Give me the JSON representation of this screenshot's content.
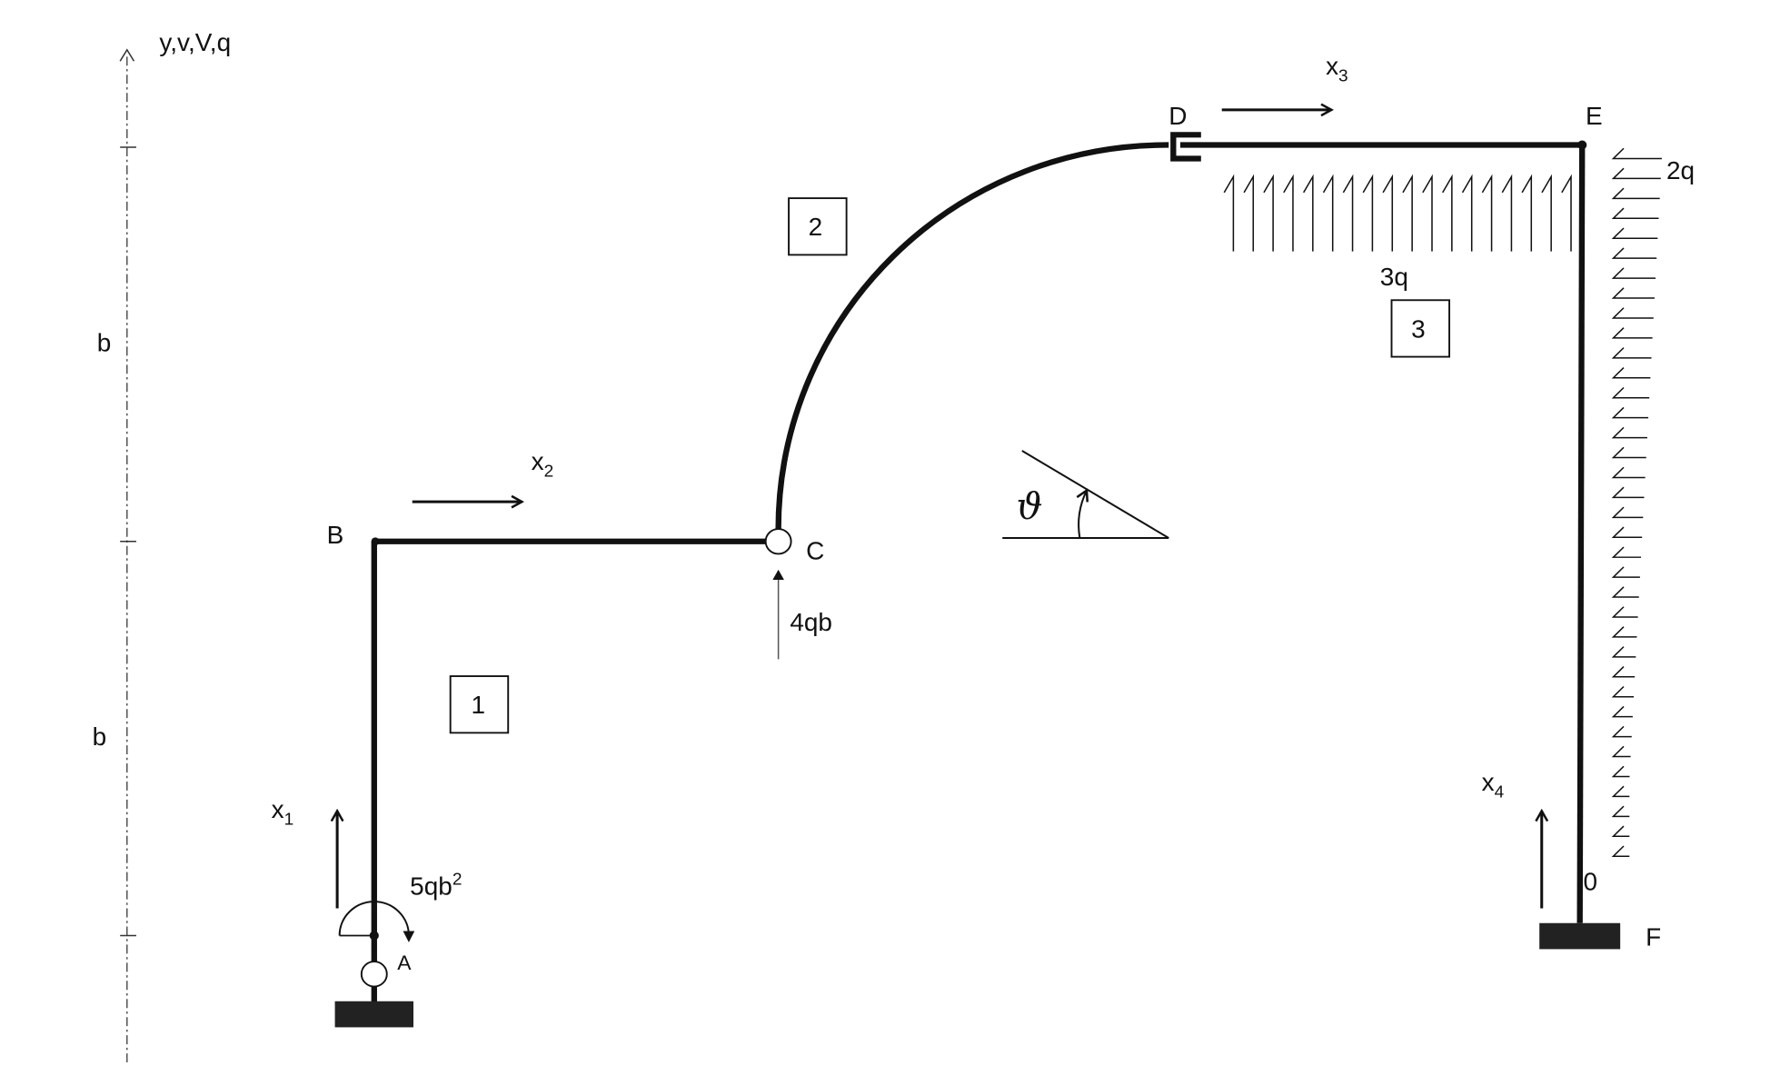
{
  "axis": {
    "label": "y,v,V,q"
  },
  "dimensions": [
    "b",
    "b"
  ],
  "nodes": {
    "A": "A",
    "B": "B",
    "C": "C",
    "D": "D",
    "E": "E",
    "F": "F",
    "zero": "0"
  },
  "members": [
    "1",
    "2",
    "3"
  ],
  "local_axes": [
    {
      "base": "x",
      "sub": "1"
    },
    {
      "base": "x",
      "sub": "2"
    },
    {
      "base": "x",
      "sub": "3"
    },
    {
      "base": "x",
      "sub": "4"
    }
  ],
  "loads": {
    "moment_base": "5qb",
    "moment_exp": "2",
    "point_force": "4qb",
    "distributed_horizontal": "3q",
    "distributed_vertical": "2q"
  },
  "angle": {
    "symbol": "ϑ"
  },
  "colors": {
    "ink": "#111111",
    "background": "#ffffff",
    "support": "#222222"
  }
}
